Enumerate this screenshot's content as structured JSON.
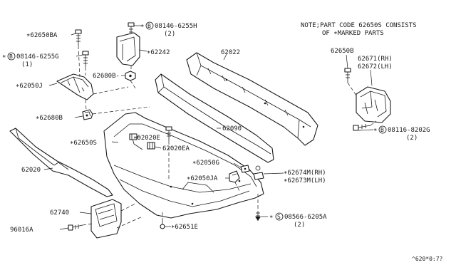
{
  "note": {
    "line1": "NOTE;PART CODE 62650S CONSISTS",
    "line2": "OF ∗MARKED PARTS"
  },
  "callouts": {
    "p62650BA": "∗62650BA",
    "p08146_6255G": "08146-6255G",
    "p08146_6255G_qty": "(1)",
    "p62050J": "∗62050J",
    "p62680B_left": "∗62680B",
    "p62650S": "∗62650S",
    "p62020": "62020",
    "p62740": "62740",
    "p96016A": "96016A",
    "p08146_6255H": "08146-6255H",
    "p08146_6255H_qty": "(2)",
    "p62242": "∗62242",
    "p62680B_top": "62680B-",
    "p62022": "62022",
    "p62090": "62090",
    "p62020E": "∗62020E",
    "p62020EA": "62020EA",
    "p62050G": "∗62050G",
    "p62050JA": "∗62050JA",
    "p62674M": "∗62674M(RH)",
    "p62673M": "∗62673M(LH)",
    "p08566_6205A": "08566-6205A",
    "p08566_6205A_qty": "(2)",
    "p62651E": "∗62651E",
    "p62650B_right": "62650B",
    "p62671": "62671(RH)",
    "p62672": "62672(LH)",
    "p08116_8202G": "08116-8202G",
    "p08116_8202G_qty": "(2)"
  },
  "circle_symbols": {
    "bolt_b": "B",
    "screw_s": "S"
  },
  "footer_code": "^620*0:7?"
}
